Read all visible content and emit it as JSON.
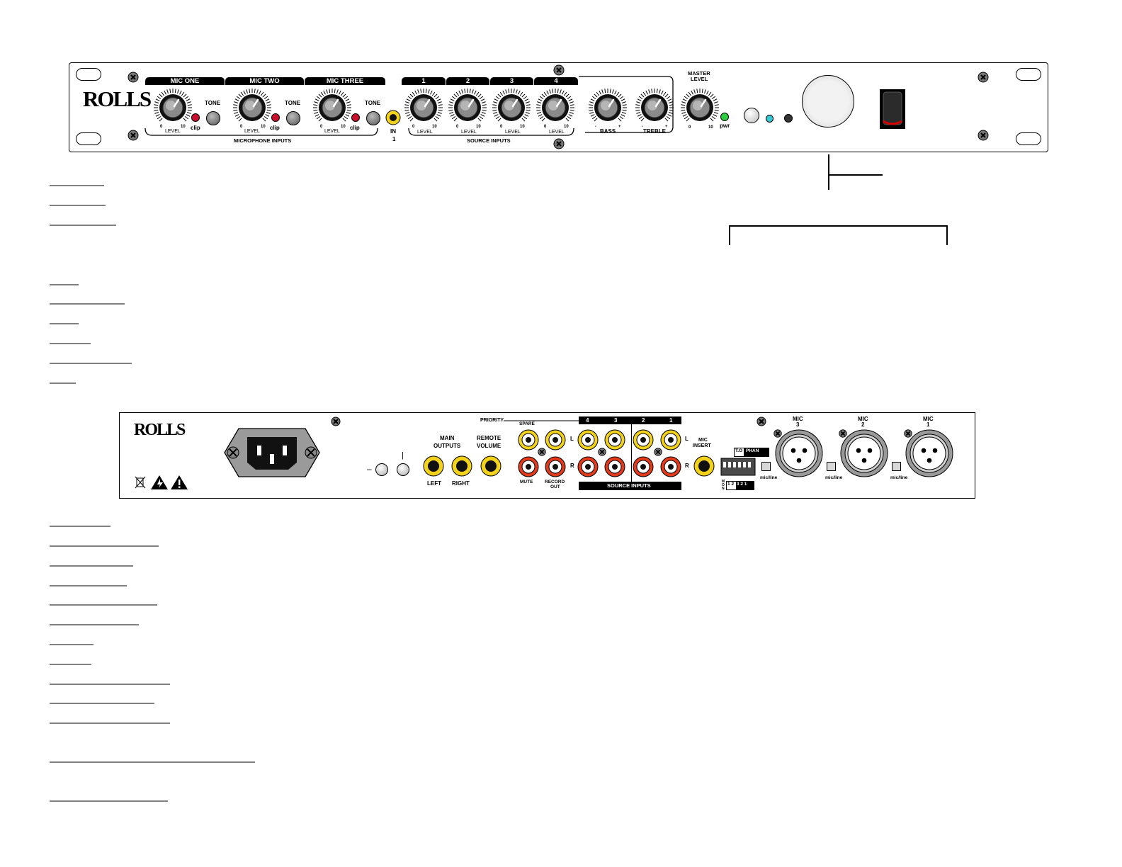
{
  "front_panel": {
    "logo": "ROLLS",
    "mic_channels": [
      {
        "name": "MIC ONE",
        "level_label": "LEVEL",
        "scale_min": "0",
        "scale_max": "10",
        "clip_label": "clip",
        "tone_label": "TONE"
      },
      {
        "name": "MIC TWO",
        "level_label": "LEVEL",
        "scale_min": "0",
        "scale_max": "10",
        "clip_label": "clip",
        "tone_label": "TONE"
      },
      {
        "name": "MIC THREE",
        "level_label": "LEVEL",
        "scale_min": "0",
        "scale_max": "10",
        "clip_label": "clip",
        "tone_label": "TONE"
      }
    ],
    "mic_section_label": "MICROPHONE INPUTS",
    "in_jack_label": "IN",
    "in_jack_number": "1",
    "source_channels": [
      {
        "name": "1",
        "level_label": "LEVEL",
        "scale_min": "0",
        "scale_max": "10"
      },
      {
        "name": "2",
        "level_label": "LEVEL",
        "scale_min": "0",
        "scale_max": "10"
      },
      {
        "name": "3",
        "level_label": "LEVEL",
        "scale_min": "0",
        "scale_max": "10"
      },
      {
        "name": "4",
        "level_label": "LEVEL",
        "scale_min": "0",
        "scale_max": "10"
      }
    ],
    "source_section_label": "SOURCE INPUTS",
    "bass_label": "BASS",
    "treble_label": "TREBLE",
    "tone_min": "-",
    "tone_max": "+",
    "master_label_line1": "MASTER",
    "master_label_line2": "LEVEL",
    "master_scale_min": "0",
    "master_scale_max": "10",
    "pwr_label": "pwr",
    "colors": {
      "clip_led": "#c8102e",
      "pwr_led": "#2ecc40",
      "aux_led": "#35c9d8",
      "jack": "#f2d21b",
      "rocker_accent": "#d40000"
    }
  },
  "rear_panel": {
    "logo": "ROLLS",
    "main_outputs_line1": "MAIN",
    "main_outputs_line2": "OUTPUTS",
    "left_label": "LEFT",
    "right_label": "RIGHT",
    "remote_line1": "REMOTE",
    "remote_line2": "VOLUME",
    "minus_label": "–",
    "plus_label": "|",
    "priority_label": "PRIORITY",
    "spare_label": "SPARE",
    "mute_label": "MUTE",
    "record_line1": "RECORD",
    "record_line2": "OUT",
    "l_label": "L",
    "r_label": "R",
    "source_numbers": [
      "4",
      "3",
      "2",
      "1"
    ],
    "source_inputs_label": "SOURCE INPUTS",
    "mic_insert_line1": "MIC",
    "mic_insert_line2": "INSERT",
    "dip_header_to": "T.O",
    "dip_header_phan": "PHAN",
    "dip_footer_mon": "MON",
    "dip_footer_nums": [
      "1",
      "2",
      "3",
      "2",
      "1"
    ],
    "xlr_inputs": [
      {
        "label": "MIC",
        "number": "3",
        "switch_label": "mic/line"
      },
      {
        "label": "MIC",
        "number": "2",
        "switch_label": "mic/line"
      },
      {
        "label": "MIC",
        "number": "1",
        "switch_label": "mic/line"
      }
    ],
    "colors": {
      "rca_yellow": "#f2d21b",
      "rca_red": "#e23b1b",
      "iec_fill": "#9a9a9a"
    }
  }
}
